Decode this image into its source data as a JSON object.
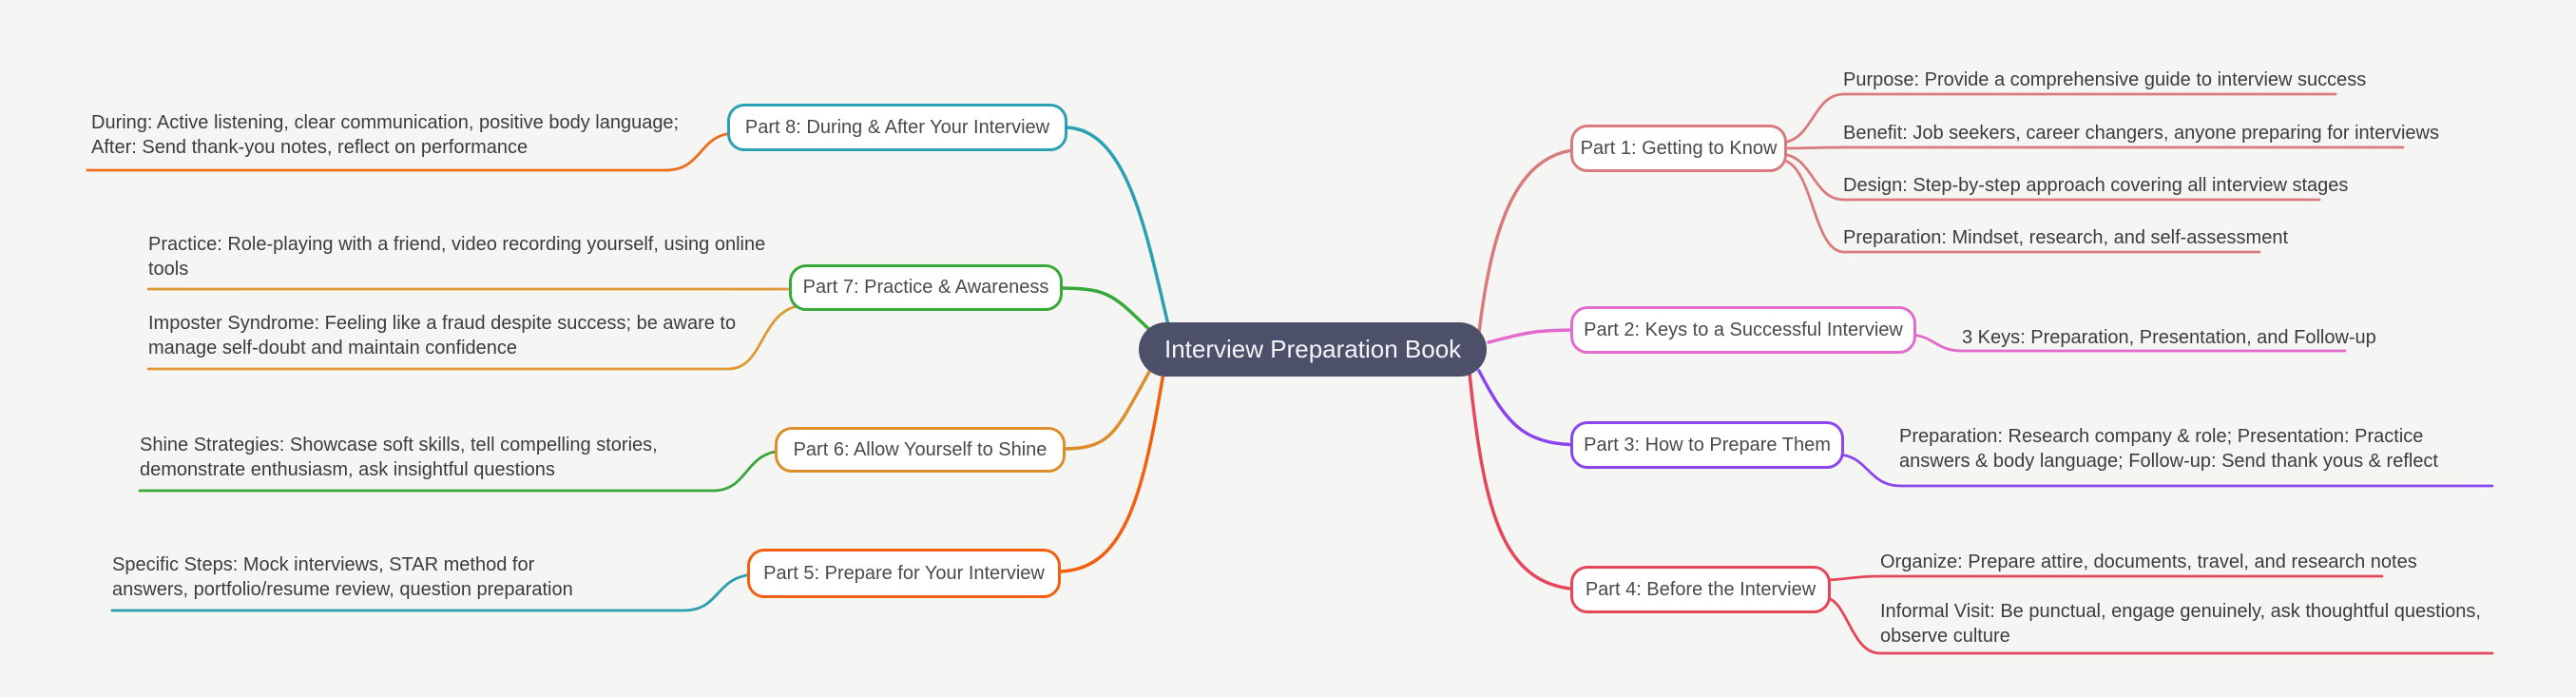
{
  "root": {
    "label": "Interview Preparation Book",
    "color": "#4d5069"
  },
  "branches": [
    {
      "id": "part1",
      "label": "Part 1: Getting to Know",
      "color": "#d97b7d",
      "leaf_color": "#d97b7d",
      "children": [
        {
          "text": "Purpose: Provide a comprehensive guide to interview success"
        },
        {
          "text": "Benefit: Job seekers, career changers, anyone preparing for interviews"
        },
        {
          "text": "Design: Step-by-step approach covering all interview stages"
        },
        {
          "text": "Preparation: Mindset, research, and self-assessment"
        }
      ]
    },
    {
      "id": "part2",
      "label": "Part 2: Keys to a Successful Interview",
      "color": "#e36bce",
      "leaf_color": "#e36bce",
      "children": [
        {
          "text": "3 Keys: Preparation, Presentation, and Follow-up"
        }
      ]
    },
    {
      "id": "part3",
      "label": "Part 3: How to Prepare Them",
      "color": "#8b45ee",
      "leaf_color": "#8b45ee",
      "children": [
        {
          "text": "Preparation: Research company & role; Presentation: Practice answers & body language; Follow-up: Send thank yous & reflect"
        }
      ]
    },
    {
      "id": "part4",
      "label": "Part 4: Before the Interview",
      "color": "#e5465a",
      "leaf_color": "#e5465a",
      "children": [
        {
          "text": "Organize: Prepare attire, documents, travel, and research notes"
        },
        {
          "text": "Informal Visit: Be punctual, engage genuinely, ask thoughtful questions, observe culture"
        }
      ]
    },
    {
      "id": "part5",
      "label": "Part 5: Prepare for Your Interview",
      "color": "#f2600f",
      "leaf_color": "#2a9fb0",
      "children": [
        {
          "text": "Specific Steps: Mock interviews, STAR method for answers, portfolio/resume review, question preparation"
        }
      ]
    },
    {
      "id": "part6",
      "label": "Part 6: Allow Yourself to Shine",
      "color": "#dd8e2a",
      "leaf_color": "#3aa53a",
      "children": [
        {
          "text": "Shine Strategies: Showcase soft skills, tell compelling stories, demonstrate enthusiasm, ask insightful questions"
        }
      ]
    },
    {
      "id": "part7",
      "label": "Part 7: Practice & Awareness",
      "color": "#38a838",
      "leaf_color": "#e09a35",
      "children": [
        {
          "text": "Practice: Role-playing with a friend, video recording yourself, using online tools"
        },
        {
          "text": "Imposter Syndrome: Feeling like a fraud despite success; be aware to manage self-doubt and maintain confidence"
        }
      ]
    },
    {
      "id": "part8",
      "label": "Part 8: During & After Your Interview",
      "color": "#2aa0b2",
      "leaf_color": "#ef6c1a",
      "children": [
        {
          "text": "During: Active listening, clear communication, positive body language; After: Send thank-you notes, reflect on performance"
        }
      ]
    }
  ]
}
